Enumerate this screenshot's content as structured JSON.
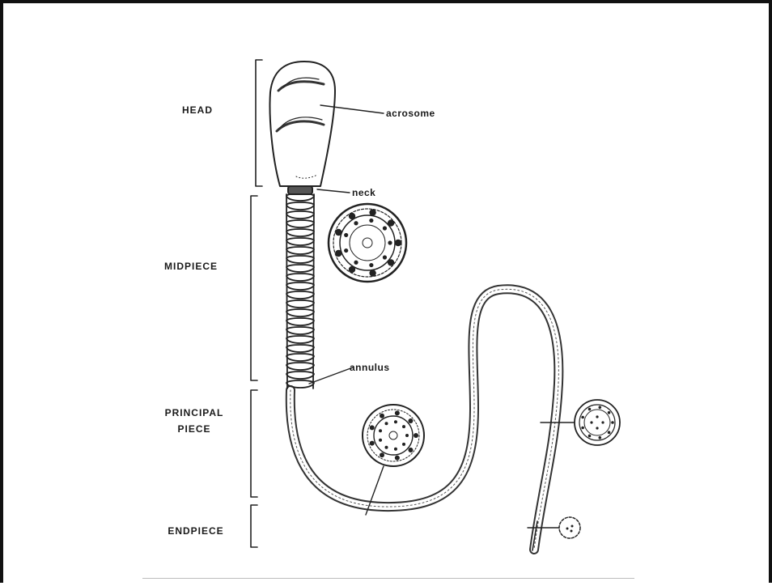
{
  "sections": {
    "head": "HEAD",
    "midpiece": "MIDPIECE",
    "principal_line1": "PRINCIPAL",
    "principal_line2": "PIECE",
    "endpiece": "ENDPIECE"
  },
  "annotations": {
    "acrosome": "acrosome",
    "neck": "neck",
    "annulus": "annulus"
  }
}
